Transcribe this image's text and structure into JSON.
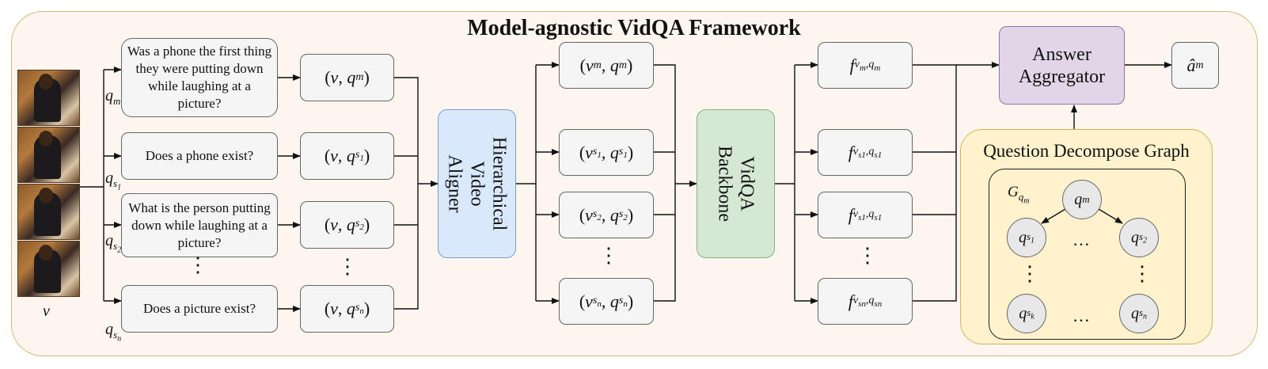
{
  "title": "Model-agnostic VidQA Framework",
  "video_label": "v",
  "questions": {
    "q_m": "Was a phone the first thing they were putting down while laughing at a picture?",
    "q_s1": "Does a phone exist?",
    "q_s2": "What is the person putting down while laughing at a picture?",
    "q_sn": "Does a picture exist?"
  },
  "q_labels": [
    "q",
    "m",
    "q",
    "s",
    "1",
    "q",
    "s",
    "2",
    "q",
    "s",
    "n"
  ],
  "pairs": [
    "(",
    "v",
    ",",
    "q",
    ")"
  ],
  "aligner": "Hierarchical Video Aligner",
  "backbone": "VidQA Backbone",
  "aggregator": "Answer Aggregator",
  "decompose_title": "Question Decompose Graph",
  "graph_label": "G",
  "output": "a",
  "colors": {
    "frame_bg": "#fdf6ee",
    "frame_border": "#d8b878",
    "aligner": "#dae8fc",
    "backbone": "#d5e8d4",
    "aggregator": "#e1d5e7",
    "graph_bg": "#fff2cc"
  }
}
